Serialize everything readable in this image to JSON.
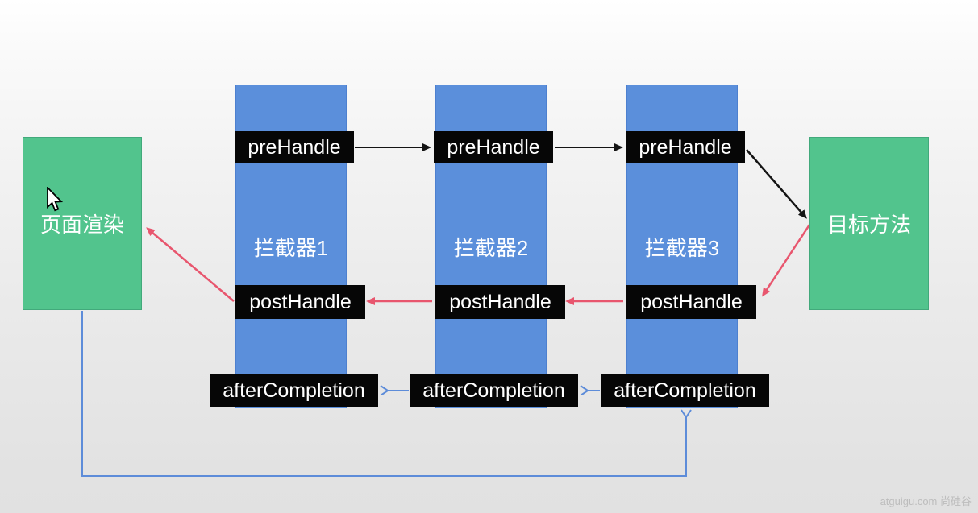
{
  "diagram": {
    "page_render": {
      "label": "页面渲染"
    },
    "target_method": {
      "label": "目标方法"
    },
    "interceptors": [
      {
        "name": "拦截器1",
        "pre_handle": "preHandle",
        "post_handle": "postHandle",
        "after_completion": "afterCompletion"
      },
      {
        "name": "拦截器2",
        "pre_handle": "preHandle",
        "post_handle": "postHandle",
        "after_completion": "afterCompletion"
      },
      {
        "name": "拦截器3",
        "pre_handle": "preHandle",
        "post_handle": "postHandle",
        "after_completion": "afterCompletion"
      }
    ]
  },
  "watermark": {
    "text": "atguigu.com 尚硅谷"
  },
  "colors": {
    "box-green": "#52c48d",
    "box-green-border": "#42a97b",
    "bar-blue": "#5b8fdb",
    "bar-blue-border": "#4d80cf",
    "label-black": "#060606",
    "arrow-black": "#141414",
    "arrow-red": "#e8566e",
    "arrow-blue": "#5d8cd9",
    "watermark-gray": "#bdbdbd"
  }
}
